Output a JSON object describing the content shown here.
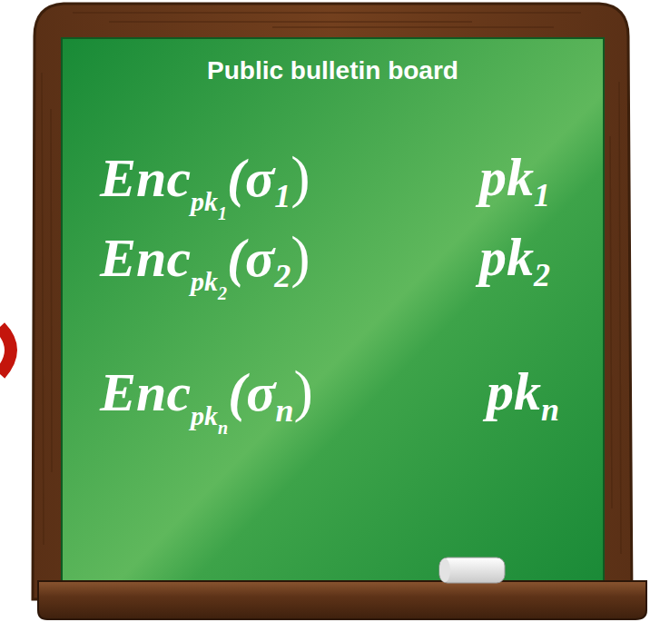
{
  "diagram": {
    "title": "Public bulletin board",
    "labels": [
      "Enc",
      "pk",
      "1",
      "(σ",
      "1",
      ")",
      "pk",
      "1",
      "Enc",
      "pk",
      "2",
      "(σ",
      "2",
      ")",
      "pk",
      "2",
      "Enc",
      "pk",
      "n",
      "(σ",
      "n",
      ")",
      "pk",
      "n"
    ]
  }
}
